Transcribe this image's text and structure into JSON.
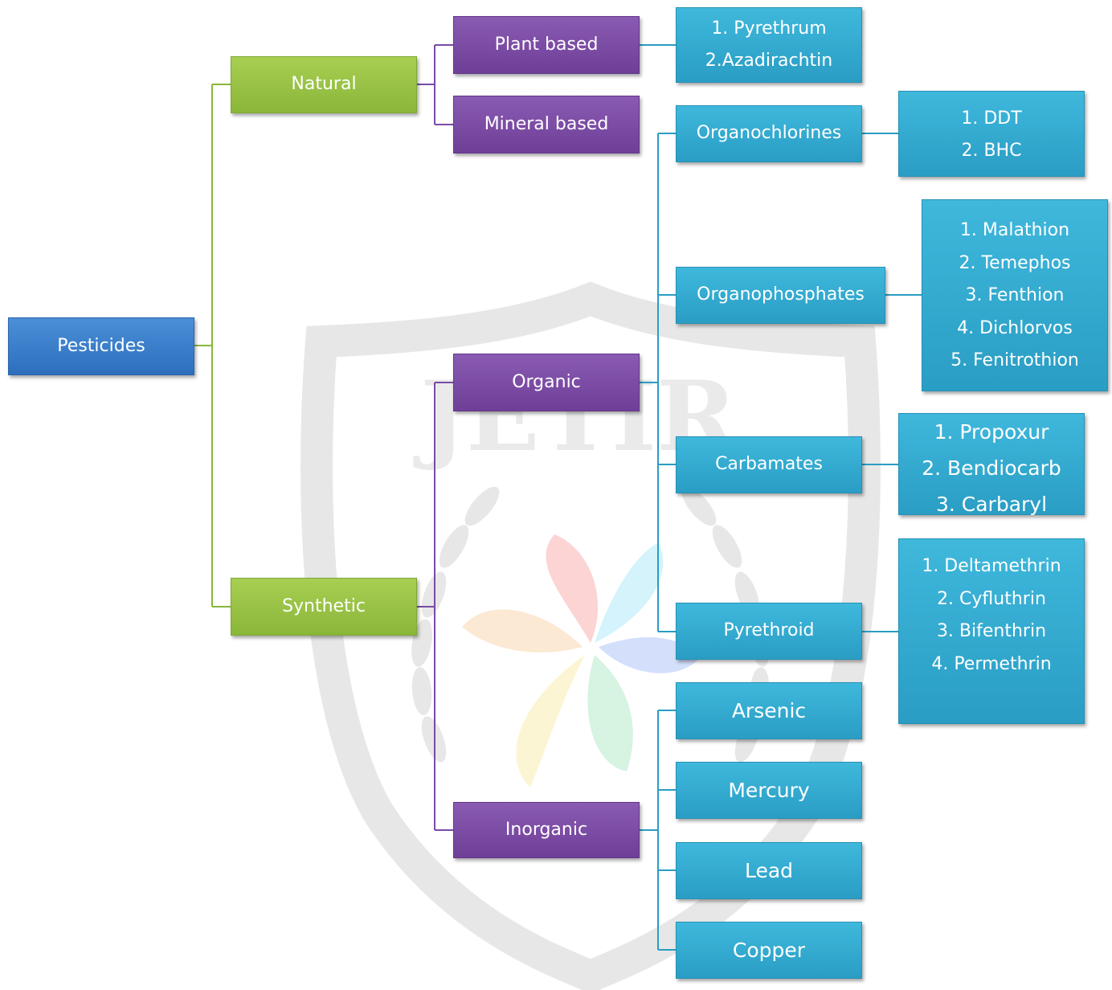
{
  "root": {
    "label": "Pesticides"
  },
  "natural": {
    "label": "Natural",
    "plant": {
      "label": "Plant based",
      "examples": [
        "1. Pyrethrum",
        "2.Azadirachtin"
      ]
    },
    "mineral": {
      "label": "Mineral based"
    }
  },
  "synthetic": {
    "label": "Synthetic",
    "organic": {
      "label": "Organic",
      "organochlorines": {
        "label": "Organochlorines",
        "examples": [
          "1. DDT",
          "2. BHC"
        ]
      },
      "organophosphates": {
        "label": "Organophosphates",
        "examples": [
          "1. Malathion",
          "2. Temephos",
          "3. Fenthion",
          "4. Dichlorvos",
          "5. Fenitrothion"
        ]
      },
      "carbamates": {
        "label": "Carbamates",
        "examples": [
          "1. Propoxur",
          "2. Bendiocarb",
          "3. Carbaryl"
        ]
      },
      "pyrethroid": {
        "label": "Pyrethroid",
        "examples": [
          "1. Deltamethrin",
          "2. Cyfluthrin",
          "3. Bifenthrin",
          "4. Permethrin"
        ]
      }
    },
    "inorganic": {
      "label": "Inorganic",
      "arsenic": "Arsenic",
      "mercury": "Mercury",
      "lead": "Lead",
      "copper": "Copper"
    }
  },
  "watermark": {
    "text": "JETIR"
  },
  "colors": {
    "root": "#2d6fbd",
    "level1": "#8ab63a",
    "level2": "#6f3f98",
    "level3": "#2a9dc4",
    "connector_green": "#8ab63a",
    "connector_purple": "#7a4aa8",
    "connector_cyan": "#2a9dc4"
  }
}
